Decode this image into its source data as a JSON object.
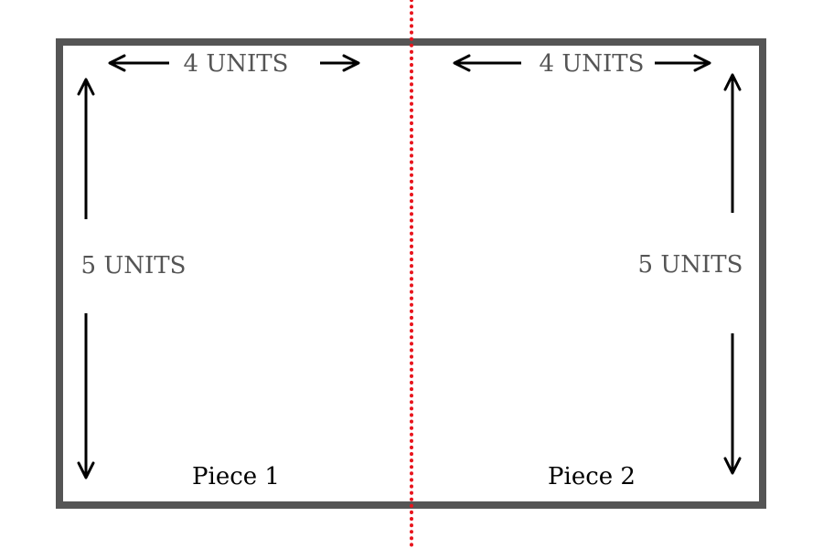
{
  "diagram": {
    "pieces": [
      {
        "name": "Piece 1",
        "width_label": "4 UNITS",
        "height_label": "5 UNITS"
      },
      {
        "name": "Piece 2",
        "width_label": "4 UNITS",
        "height_label": "5 UNITS"
      }
    ]
  },
  "colors": {
    "border": "#555555",
    "cut_line": "#e8141c",
    "arrow": "#000000",
    "dimension_text": "#555555",
    "piece_text": "#000000"
  }
}
